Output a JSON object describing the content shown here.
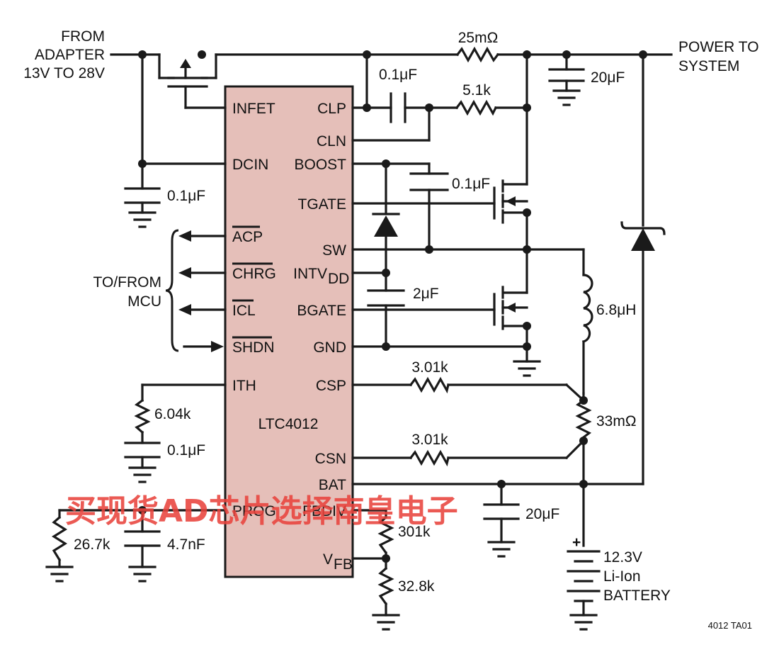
{
  "labels": {
    "from_line1": "FROM",
    "from_line2": "ADAPTER",
    "from_line3": "13V TO 28V",
    "power_line1": "POWER TO",
    "power_line2": "SYSTEM",
    "mcu_line1": "TO/FROM",
    "mcu_line2": "MCU",
    "battery_plus": "+",
    "battery_line1": "12.3V",
    "battery_line2": "Li-Ion",
    "battery_line3": "BATTERY",
    "figure_id": "4012 TA01"
  },
  "chip": {
    "name": "LTC4012",
    "fill_color": "#e5bfb9",
    "pins_left": [
      "INFET",
      "DCIN",
      "ACP",
      "CHRG",
      "ICL",
      "SHDN",
      "ITH",
      "PROG"
    ],
    "pins_right": [
      "CLP",
      "CLN",
      "BOOST",
      "TGATE",
      "SW",
      "INTV",
      "DD",
      "BGATE",
      "GND",
      "CSP",
      "CSN",
      "BAT",
      "FBDIV",
      "V",
      "FB"
    ]
  },
  "components": {
    "rsense_in": "25mΩ",
    "c_clp": "0.1μF",
    "r_cln": "5.1k",
    "c_out": "20μF",
    "c_dcin": "0.1μF",
    "c_boost": "0.1μF",
    "c_intv": "2μF",
    "inductor": "6.8μH",
    "r_csp": "3.01k",
    "r_csn": "3.01k",
    "rsense_bat": "33mΩ",
    "r_ith": "6.04k",
    "c_ith": "0.1μF",
    "c_bat": "20μF",
    "r_prog": "26.7k",
    "c_prog": "4.7nF",
    "r_fb_top": "301k",
    "r_fb_bot": "32.8k"
  },
  "watermark": {
    "text": "买现货AD芯片选择南皇电子",
    "color": "#e8433c"
  }
}
